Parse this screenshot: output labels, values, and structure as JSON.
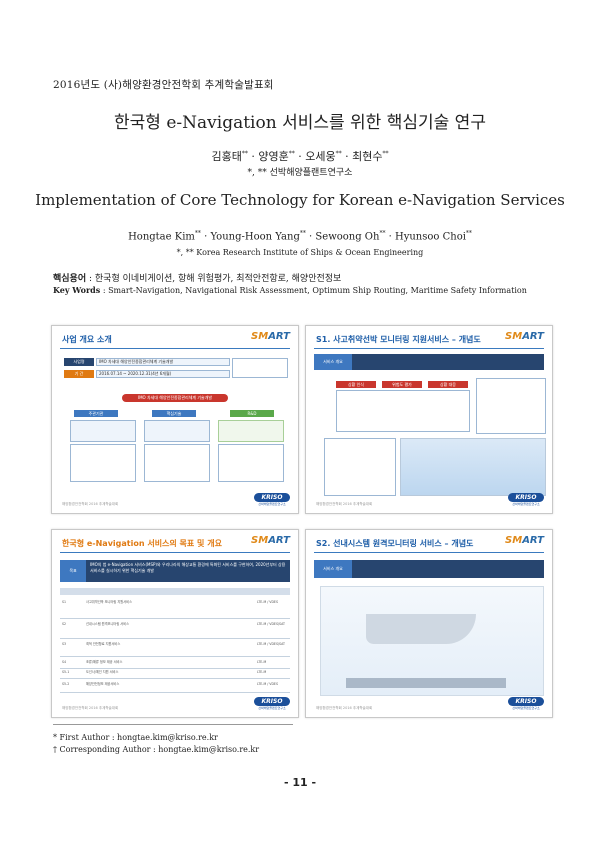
{
  "header": "2016년도 (사)해양환경안전학회 추계학술발표회",
  "title_ko": "한국형 e-Navigation 서비스를 위한 핵심기술 연구",
  "authors_ko": {
    "a1": "김홍태",
    "a1_sup": "**",
    "a2": "양영훈",
    "a2_sup": "**",
    "a3": "오세웅",
    "a3_sup": "**",
    "a4": "최현수",
    "a4_sup": "**",
    "sep": " · "
  },
  "affil_ko": "*, ** 선박해양플랜트연구소",
  "title_en": "Implementation of Core Technology for Korean e-Navigation Services",
  "authors_en": {
    "a1": "Hongtae Kim",
    "a1_sup": "**",
    "a2": "Young-Hoon Yang",
    "a2_sup": "**",
    "a3": "Sewoong Oh",
    "a3_sup": "**",
    "a4": "Hyunsoo Choi",
    "a4_sup": "**",
    "sep": " · "
  },
  "affil_en": "*, ** Korea Research Institute of Ships & Ocean Engineering",
  "keywords_ko": {
    "label": "핵심용어",
    "text": " : 한국형 이네비게이션, 항해 위험평가, 최적안전항로, 해양안전정보"
  },
  "keywords_en": {
    "label": "Key Words",
    "text": " : Smart-Navigation, Navigational Risk Assessment, Optimum Ship Routing, Maritime Safety Information"
  },
  "slides": [
    {
      "title": "사업 개요 소개",
      "logo_a": "SM",
      "logo_b": "ART",
      "row1_label": "사업명",
      "row1_value": "IMO 차세대 해양안전종합관리체계 기술개발",
      "row2_label": "기 간",
      "row2_value": "2016.07.14 ~ 2020.12.31(4년 6개월)",
      "center_badge": "IMO 차세대 해양안전종합관리체계 기술개발",
      "col1": "주관기관",
      "col2": "핵심기술",
      "col3": "R&D"
    },
    {
      "title": "S1. 사고취약선박 모니터링 지원서비스 – 개념도",
      "logo_a": "SM",
      "logo_b": "ART",
      "label": "서비스 개요",
      "h1": "상황 인식",
      "h2": "위험도 평가",
      "h3": "상황 대응"
    },
    {
      "title": "한국형 e-Navigation 서비스의 목표 및 개요",
      "logo_a": "SM",
      "logo_b": "ART",
      "goal_label": "목표",
      "goal_text": "IMO의 범 e-Navigation 서비스(MSP)와 우리나라의 해상교통 환경에 특화된 서비스를 구현하여, 2020년부터 상용서비스를 실시하기 위한 핵심기술 개발",
      "codes": [
        "S1",
        "S2",
        "S3",
        "S4",
        "S5-1",
        "S5-2"
      ],
      "services": [
        "사고취약선박 모니터링 지원서비스",
        "선내시스템 원격모니터링 서비스",
        "최적 안전항로 지원서비스",
        "조류/해류 정보 제공 서비스",
        "도선사/예인 지원 서비스",
        "해양안전정보 제공서비스"
      ],
      "media": [
        "LTE-M / VDES",
        "LTE-M / VDES/SAT",
        "LTE-M / VDES/SAT",
        "LTE-M",
        "LTE-M",
        "LTE-M / VDES"
      ]
    },
    {
      "title": "S2. 선내시스템 원격모니터링 서비스 – 개념도",
      "logo_a": "SM",
      "logo_b": "ART",
      "label": "서비스 개요"
    }
  ],
  "kriso": "KRISO",
  "kriso_sub": "선박해양플랜트연구소",
  "slide_footer": "해양환경안전학회 2016 추계학술대회",
  "footnote1": "* First Author : hongtae.kim@kriso.re.kr",
  "footnote2": "† Corresponding Author : hongtae.kim@kriso.re.kr",
  "page_number": "- 11 -"
}
